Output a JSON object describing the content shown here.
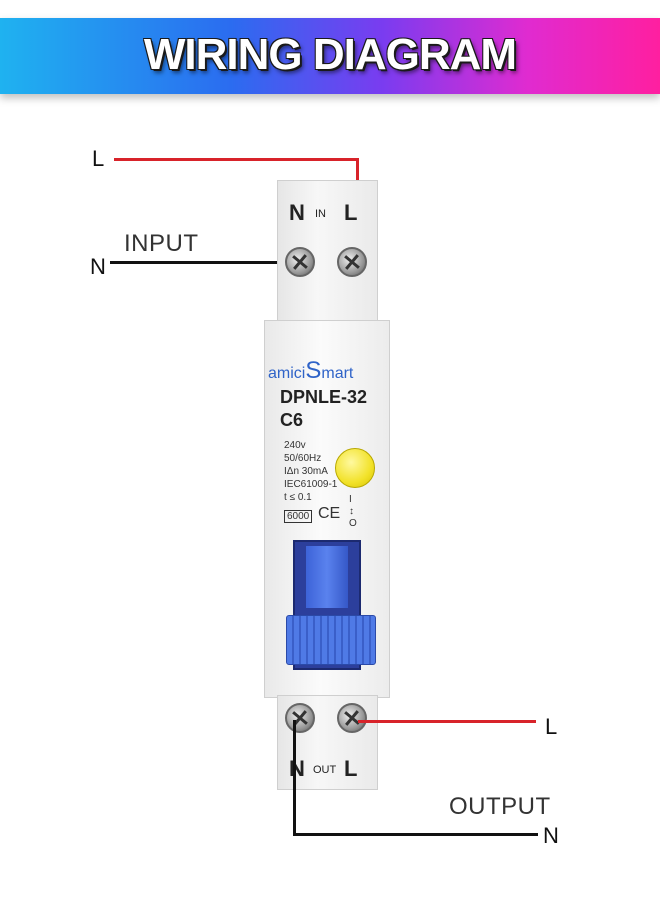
{
  "banner": {
    "title": "WIRING DIAGRAM"
  },
  "input": {
    "label": "INPUT",
    "line_label": "L",
    "neutral_label": "N"
  },
  "output": {
    "label": "OUTPUT",
    "line_label": "L",
    "neutral_label": "N"
  },
  "breaker": {
    "top_terminals": {
      "n": "N",
      "mid": "IN",
      "l": "L"
    },
    "bottom_terminals": {
      "n": "N",
      "mid": "OUT",
      "l": "L"
    },
    "brand_prefix": "amici",
    "brand_s": "S",
    "brand_suffix": "mart",
    "model": "DPNLE-32",
    "rating": "C6",
    "specs": [
      "240v",
      "50/60Hz",
      "IΔn 30mA",
      "IEC61009-1",
      "t ≤ 0.1"
    ],
    "capacity": "6000",
    "ce_mark": "CE",
    "on_label": "I",
    "off_label": "O"
  },
  "colors": {
    "line_wire": "#d8232a",
    "neutral_wire": "#111111",
    "breaker_switch": "#3a5fc9",
    "test_button": "#f2e22a"
  }
}
